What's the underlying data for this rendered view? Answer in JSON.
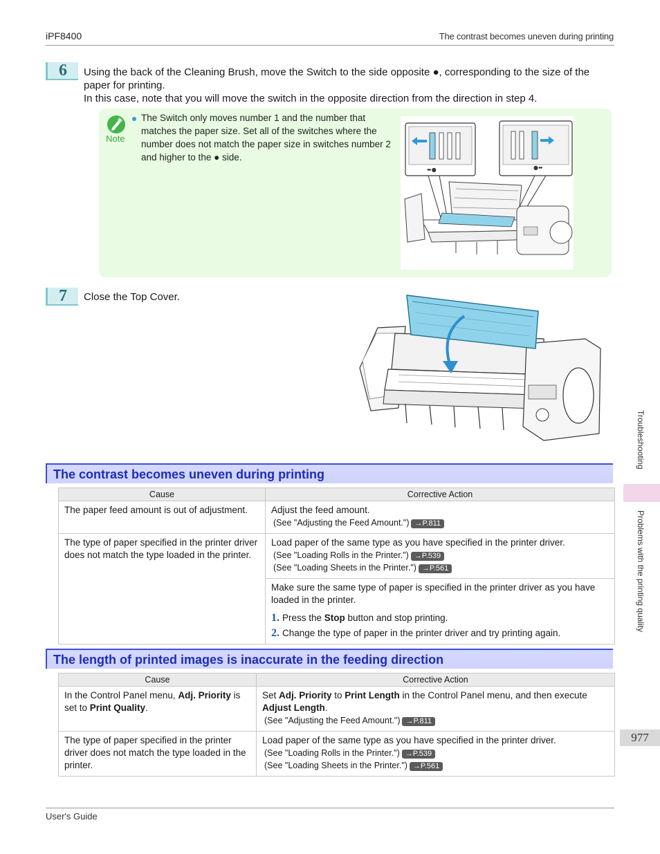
{
  "header": {
    "model": "iPF8400",
    "section": "The contrast becomes uneven during printing"
  },
  "steps": [
    {
      "number": "6",
      "lines": [
        "Using the back of the Cleaning Brush, move the Switch to the side opposite ●, corresponding to the size of the paper for printing.",
        "In this case, note that you will move the switch in the opposite direction from the direction in step 4."
      ]
    },
    {
      "number": "7",
      "lines": [
        "Close the Top Cover."
      ]
    }
  ],
  "note": {
    "label": "Note",
    "text": "The Switch only moves number 1 and the number that matches the paper size. Set all of the switches where the number does not match the paper size in switches number 2 and higher to the ● side.",
    "switch_left_label": "⬌●",
    "switch_right_label": "●⬌"
  },
  "sections": [
    {
      "title": "The contrast becomes uneven during printing",
      "columns": [
        "Cause",
        "Corrective Action"
      ],
      "rows": [
        {
          "cause": "The paper feed amount is out of adjustment.",
          "action": "Adjust the feed amount.",
          "refs": [
            {
              "text": "(See \"Adjusting the Feed Amount.\")",
              "page": "→P.811"
            }
          ]
        },
        {
          "cause": "The type of paper specified in the printer driver does not match the type loaded in the printer.",
          "action": "Load paper of the same type as you have specified in the printer driver.",
          "refs": [
            {
              "text": "(See \"Loading Rolls in the Printer.\")",
              "page": "→P.539"
            },
            {
              "text": "(See \"Loading Sheets in the Printer.\")",
              "page": "→P.561"
            }
          ],
          "action2": "Make sure the same type of paper is specified in the printer driver as you have loaded in the printer.",
          "list": [
            {
              "n": "1.",
              "pre": "Press the ",
              "bold": "Stop",
              "post": " button and stop printing."
            },
            {
              "n": "2.",
              "pre": "Change the type of paper in the printer driver and try printing again.",
              "bold": "",
              "post": ""
            }
          ]
        }
      ]
    },
    {
      "title": "The length of printed images is inaccurate in the feeding direction",
      "columns": [
        "Cause",
        "Corrective Action"
      ],
      "rows": [
        {
          "cause_pre": "In the Control Panel menu, ",
          "cause_b1": "Adj. Priority",
          "cause_mid": " is set to ",
          "cause_b2": "Print Quality",
          "cause_post": ".",
          "act_pre": "Set ",
          "act_b1": "Adj. Priority",
          "act_mid1": " to ",
          "act_b2": "Print Length",
          "act_mid2": " in the Control Panel menu, and then execute ",
          "act_b3": "Adjust Length",
          "act_post": ".",
          "refs": [
            {
              "text": "(See \"Adjusting the Feed Amount.\")",
              "page": "→P.811"
            }
          ]
        },
        {
          "cause": "The type of paper specified in the printer driver does not match the type loaded in the printer.",
          "action": "Load paper of the same type as you have specified in the printer driver.",
          "refs": [
            {
              "text": "(See \"Loading Rolls in the Printer.\")",
              "page": "→P.539"
            },
            {
              "text": "(See \"Loading Sheets in the Printer.\")",
              "page": "→P.561"
            }
          ]
        }
      ]
    }
  ],
  "sidebar": {
    "chapter": "Troubleshooting",
    "subchapter": "Problems with the printing quality",
    "page_number": "977"
  },
  "footer": {
    "guide": "User's Guide"
  },
  "colors": {
    "heading_text": "#1d2db5",
    "heading_bg": "#d5d8ff",
    "note_bg": "#e9fbe2",
    "step_badge": "#d3eef1",
    "cover_blue": "#8fd3ea"
  }
}
